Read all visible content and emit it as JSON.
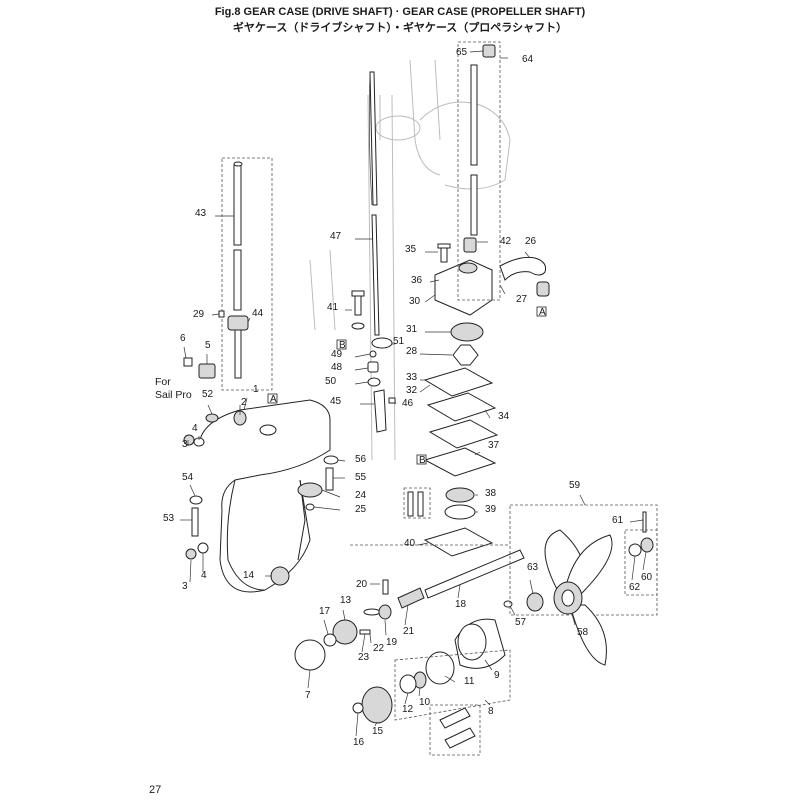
{
  "title_en": "Fig.8  GEAR CASE (DRIVE SHAFT) · GEAR CASE (PROPELLER SHAFT)",
  "title_ja": "ギヤケース（ドライブシャフト）・ギヤケース（プロペラシャフト）",
  "page_number": "27",
  "note_line1": "For",
  "note_line2": "Sail Pro",
  "ref_a": "A",
  "ref_b": "B",
  "callouts": [
    "1",
    "2",
    "3",
    "4",
    "3",
    "4",
    "5",
    "6",
    "7",
    "8",
    "9",
    "10",
    "11",
    "12",
    "13",
    "14",
    "15",
    "16",
    "17",
    "18",
    "19",
    "20",
    "21",
    "22",
    "23",
    "24",
    "25",
    "26",
    "27",
    "28",
    "29",
    "30",
    "31",
    "32",
    "33",
    "34",
    "35",
    "36",
    "37",
    "38",
    "39",
    "40",
    "41",
    "42",
    "43",
    "44",
    "45",
    "46",
    "47",
    "48",
    "49",
    "50",
    "51",
    "52",
    "53",
    "54",
    "55",
    "56",
    "57",
    "58",
    "59",
    "60",
    "61",
    "62",
    "63",
    "64",
    "65"
  ]
}
